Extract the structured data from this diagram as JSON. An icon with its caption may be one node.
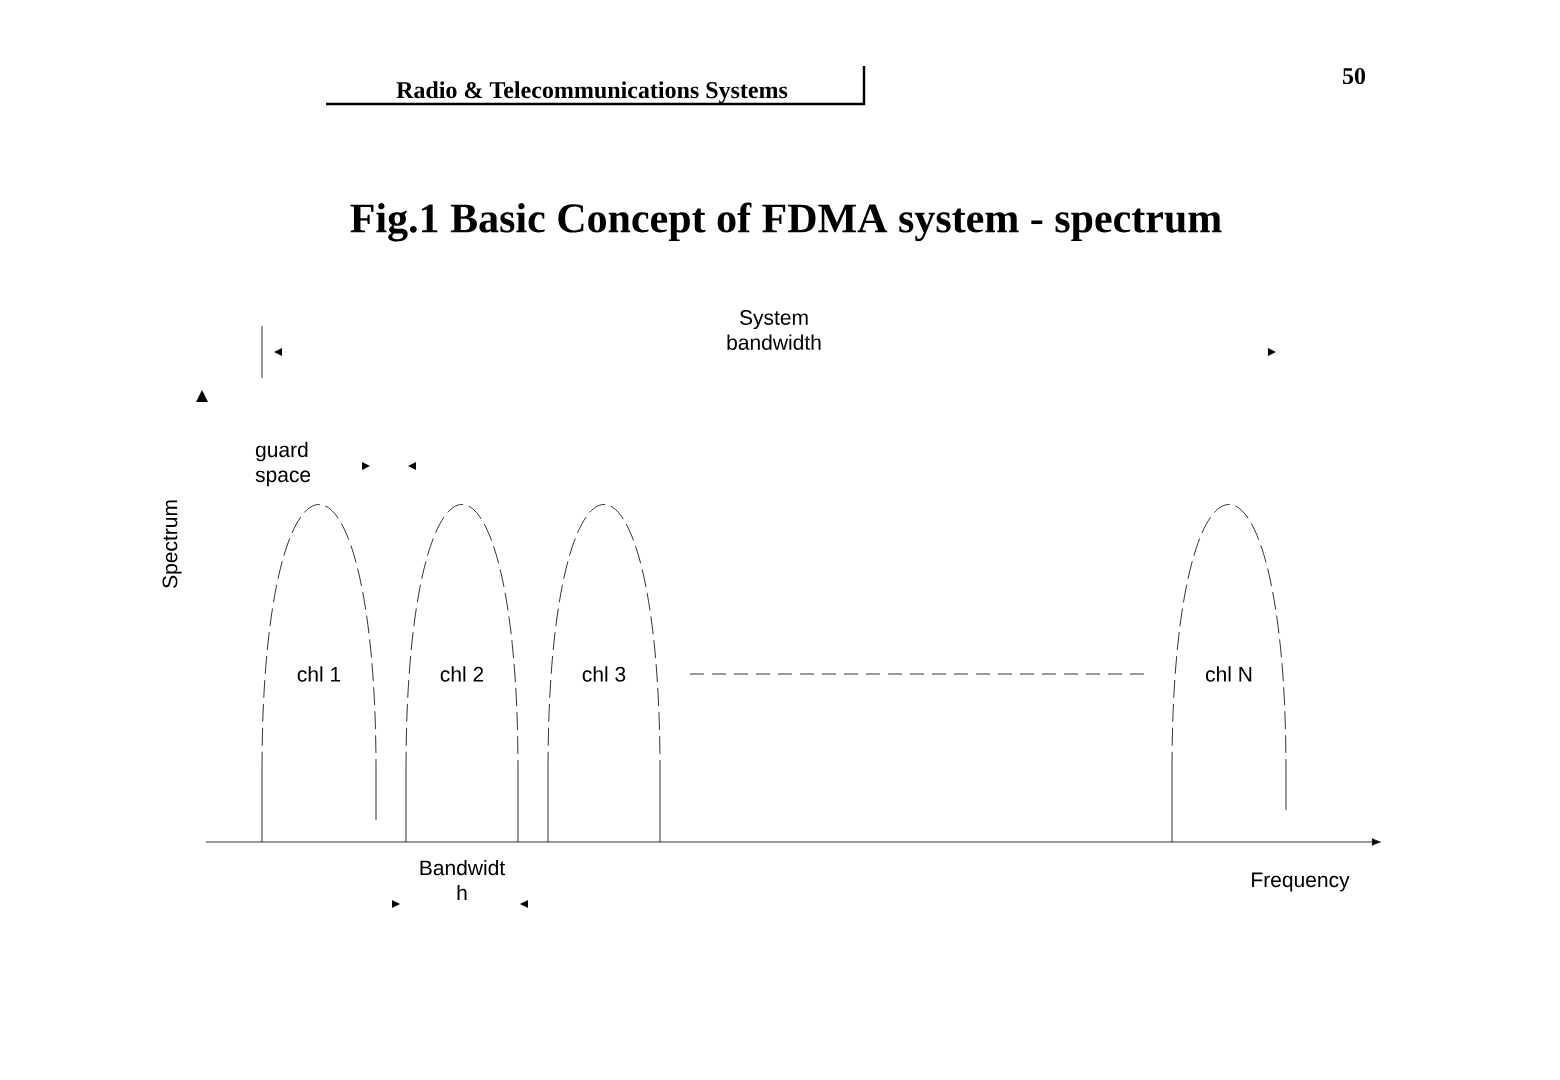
{
  "diagram": {
    "title": "Fig.1 Basic Concept of FDMA system - spectrum",
    "nodes": [
      {
        "text": [
          "chl 1"
        ]
      },
      {
        "text": [
          "chl 2"
        ]
      },
      {
        "text": [
          "chl 3"
        ]
      },
      {
        "text": [
          "chl N"
        ]
      }
    ],
    "edges": [],
    "labels": [
      "Radio & Telecommunications Systems",
      "50",
      "System bandwidth",
      "guard space",
      "Spectrum",
      "Bandwidt h",
      "Frequency"
    ]
  }
}
